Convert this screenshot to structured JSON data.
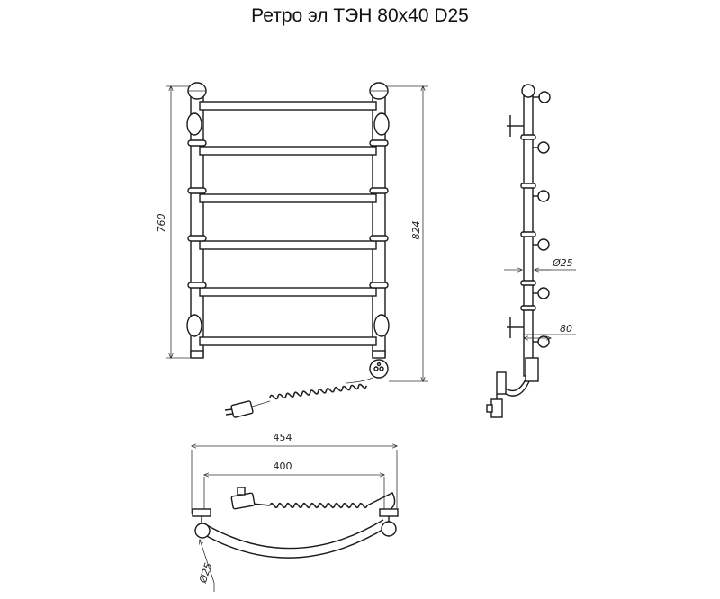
{
  "title": "Ретро эл ТЭН 80х40 D25",
  "dimensions": {
    "front_height": "760",
    "total_height": "824",
    "pipe_diameter_side": "Ø25",
    "wall_offset": "80",
    "total_width": "454",
    "axis_width": "400",
    "pipe_diameter_top": "Ø25"
  }
}
